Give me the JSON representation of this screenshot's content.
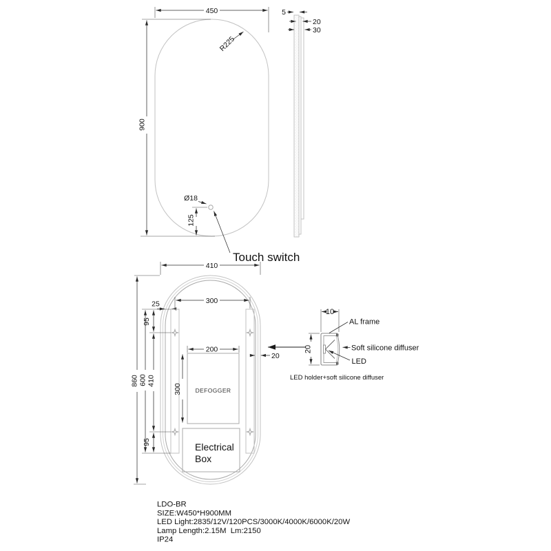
{
  "drawing_title": "LED oval mirror technical drawing",
  "front": {
    "width_label": "450",
    "height_label": "900",
    "radius_label": "R225",
    "hole_label": "Ø18",
    "hole_offset_label": "125",
    "touch_label": "Touch switch"
  },
  "side": {
    "glass_label": "5",
    "mid_label": "20",
    "total_label": "30"
  },
  "back": {
    "width_label": "410",
    "height_label": "860",
    "bracket_length_label": "600",
    "hole_spacing_label": "410",
    "edge_gap_label": "25",
    "bracket_spacing_label": "300",
    "top_offset_label": "95",
    "bottom_offset_label": "95",
    "defogger_width_label": "200",
    "defogger_height_label": "300",
    "led_inset_label": "20",
    "defogger_text": "DEFOGGER",
    "box_line1": "Electrical",
    "box_line2": "Box"
  },
  "detail": {
    "width_label": "10",
    "height_label": "20",
    "frame_label": "AL frame",
    "diffuser_label": "Soft silicone diffuser",
    "led_label": "LED",
    "caption": "LED holder+soft silicone diffuser"
  },
  "specs": {
    "model": "LDO-BR",
    "size": "SIZE:W450*H900MM",
    "led_light": "LED Light:2835/12V/120PCS/3000K/4000K/6000K/20W",
    "lamp_length": "Lamp Length:2.15M  Lm:2150",
    "ip_rating": "IP24"
  },
  "colors": {
    "line_dark": "#2b2b2b",
    "line_light": "#c2c2c2",
    "background": "#ffffff"
  }
}
